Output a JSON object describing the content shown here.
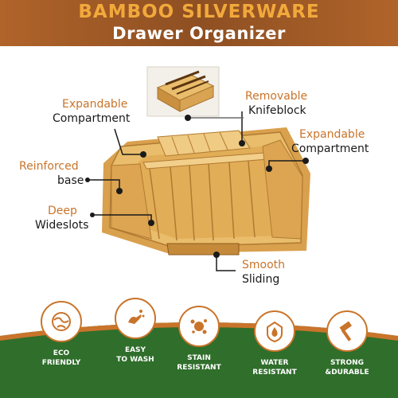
{
  "header": {
    "title": "BAMBOO SILVERWARE",
    "subtitle": "Drawer Organizer"
  },
  "callouts": {
    "expandable_left": {
      "accent": "Expandable",
      "main": "Compartment"
    },
    "removable": {
      "accent": "Removable",
      "main": "Knifeblock"
    },
    "expandable_right": {
      "accent": "Expandable",
      "main": "Compartment"
    },
    "reinforced": {
      "accent": "Reinforced",
      "main": "base"
    },
    "deep": {
      "accent": "Deep",
      "main": "Wideslots"
    },
    "smooth": {
      "accent": "Smooth",
      "main": "Sliding"
    }
  },
  "features": [
    {
      "icon": "eco-globe-icon",
      "line1": "ECO",
      "line2": "FRIENDLY"
    },
    {
      "icon": "wash-hands-icon",
      "line1": "EASY",
      "line2": "TO WASH"
    },
    {
      "icon": "stain-icon",
      "line1": "STAIN",
      "line2": "RESISTANT"
    },
    {
      "icon": "water-drop-icon",
      "line1": "WATER",
      "line2": "RESISTANT"
    },
    {
      "icon": "hammer-icon",
      "line1": "STRONG",
      "line2": "&DURABLE"
    }
  ],
  "colors": {
    "brand_brown": "#9a5524",
    "accent_orange": "#c9742a",
    "title_gold": "#f2a93b",
    "bamboo": "#e3b45f",
    "green": "#2f6e2b"
  }
}
